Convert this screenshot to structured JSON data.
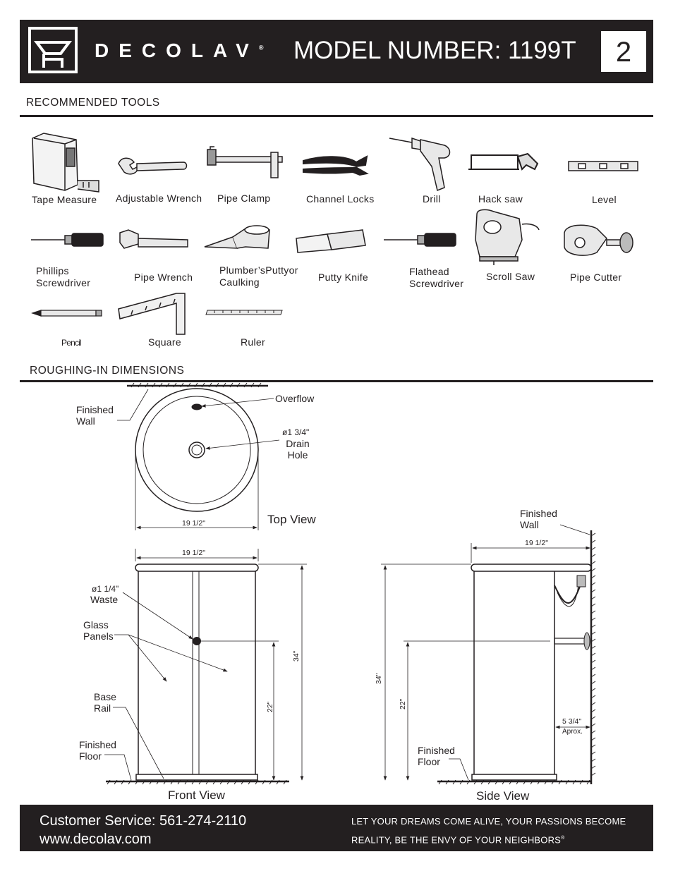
{
  "header": {
    "brand": "DECOLAV",
    "registered": "®",
    "model_title": "MODEL NUMBER: 1199T",
    "page_number": "2"
  },
  "tools_section": {
    "title": "RECOMMENDED  TOOLS",
    "tools": [
      {
        "label": "Tape  Measure",
        "icon": "tape-measure-icon"
      },
      {
        "label": "Adjustable  Wrench",
        "icon": "adjustable-wrench-icon"
      },
      {
        "label": "Pipe  Clamp",
        "icon": "pipe-clamp-icon"
      },
      {
        "label": "Channel  Locks",
        "icon": "channel-locks-icon"
      },
      {
        "label": "Drill",
        "icon": "drill-icon"
      },
      {
        "label": "Hack saw",
        "icon": "hack-saw-icon"
      },
      {
        "label": "Level",
        "icon": "level-icon"
      },
      {
        "label": "Phillips\nScrewdriver",
        "icon": "phillips-screwdriver-icon"
      },
      {
        "label": "Pipe  Wrench",
        "icon": "pipe-wrench-icon"
      },
      {
        "label": "Plumber’sPuttyor\nCaulking",
        "icon": "caulking-icon"
      },
      {
        "label": "Putty  Knife",
        "icon": "putty-knife-icon"
      },
      {
        "label": "Flathead\nScrewdriver",
        "icon": "flathead-screwdriver-icon"
      },
      {
        "label": "Scroll  Saw",
        "icon": "scroll-saw-icon"
      },
      {
        "label": "Pipe  Cutter",
        "icon": "pipe-cutter-icon"
      },
      {
        "label": "Pencil",
        "icon": "pencil-icon"
      },
      {
        "label": "Square",
        "icon": "square-icon"
      },
      {
        "label": "Ruler",
        "icon": "ruler-icon"
      }
    ]
  },
  "roughing_section": {
    "title": "ROUGHING-IN  DIMENSIONS",
    "top_view": {
      "label": "Top View",
      "finished_wall": "Finished\nWall",
      "overflow": "Overflow",
      "drain_size": "ø1 3/4\"",
      "drain_label": "Drain\nHole",
      "width": "19 1/2\""
    },
    "front_view": {
      "label": "Front View",
      "width": "19 1/2\"",
      "waste_size": "ø1 1/4\"",
      "waste_label": "Waste",
      "glass_panels": "Glass\nPanels",
      "base_rail": "Base\nRail",
      "finished_floor": "Finished\nFloor",
      "height_total": "34\"",
      "height_waste": "22\""
    },
    "side_view": {
      "label": "Side View",
      "finished_wall": "Finished\nWall",
      "width": "19 1/2\"",
      "height_total": "34\"",
      "height_waste": "22\"",
      "offset": "5 3/4\"",
      "offset_note": "Aprox.",
      "finished_floor": "Finished\nFloor"
    }
  },
  "footer": {
    "service": "Customer Service: 561-274-2110",
    "website": "www.decolav.com",
    "slogan_line1": "LET  YOUR DREAMS COME ALIVE, YOUR PASSIONS BECOME",
    "slogan_line2": "REALITY, BE THE ENVY OF YOUR NEIGHBORS",
    "slogan_mark": "®"
  }
}
